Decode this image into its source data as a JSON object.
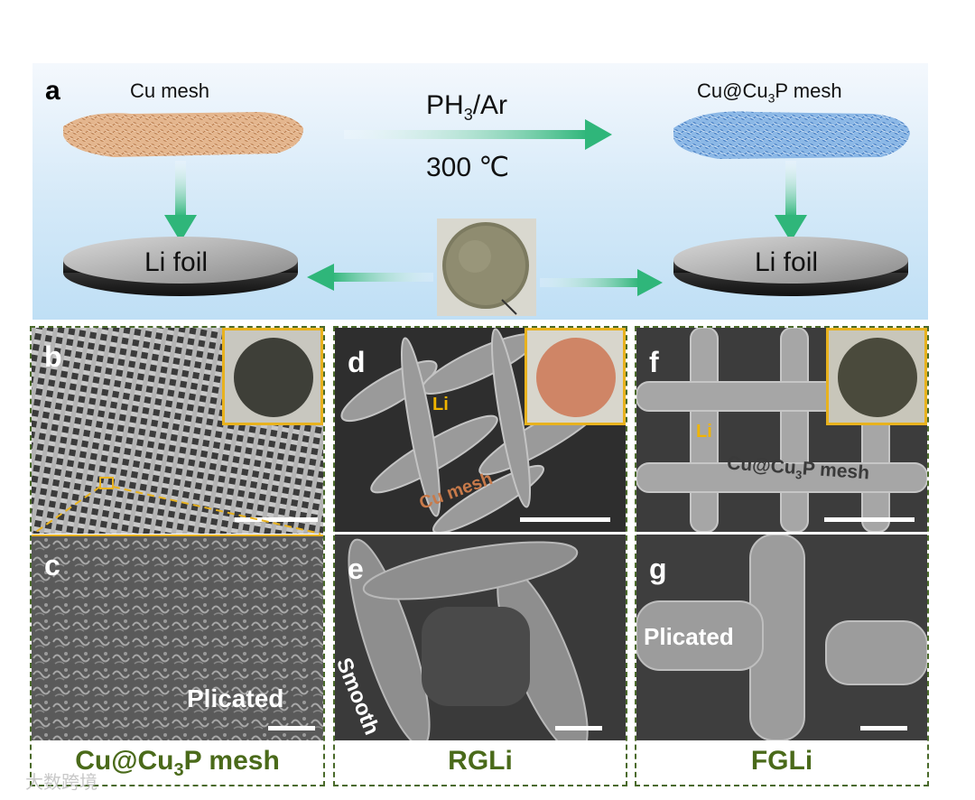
{
  "panel_a": {
    "label": "a",
    "cu_mesh_label": "Cu mesh",
    "cu3p_mesh_label_main": "Cu@Cu",
    "cu3p_mesh_label_sub": "3",
    "cu3p_mesh_label_end": "P mesh",
    "gas_main": "PH",
    "gas_sub": "3",
    "gas_end": "/Ar",
    "temperature": "300 ℃",
    "li_foil_left": "Li foil",
    "li_foil_right": "Li foil"
  },
  "panels": {
    "b": {
      "label": "b"
    },
    "c": {
      "label": "c",
      "annotation": "Plicated"
    },
    "d": {
      "label": "d",
      "li_label": "Li",
      "mesh_label": "Cu mesh"
    },
    "e": {
      "label": "e",
      "annotation": "Smooth"
    },
    "f": {
      "label": "f",
      "li_label": "Li",
      "mesh_main": "Cu@Cu",
      "mesh_sub": "3",
      "mesh_end": "P mesh"
    },
    "g": {
      "label": "g",
      "annotation": "Plicated"
    }
  },
  "captions": {
    "left_main": "Cu@Cu",
    "left_sub": "3",
    "left_end": "P mesh",
    "middle": "RGLi",
    "right": "FGLi"
  },
  "watermark": "大数跨境",
  "colors": {
    "frame": "#4a6a2a",
    "caption": "#4a6a1a",
    "inset_border": "#e8b21e",
    "arrow": "#2fb67a",
    "li_label": "#f0b400",
    "cu_mesh_text": "#c87a4a"
  }
}
